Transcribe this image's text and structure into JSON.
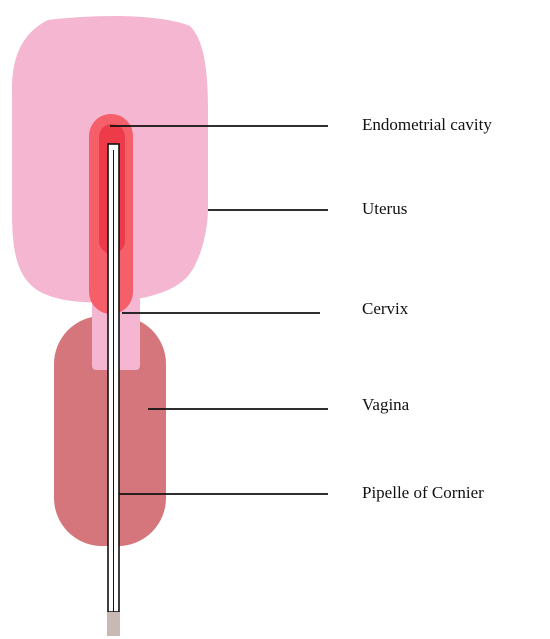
{
  "labels": {
    "endometrial_cavity": "Endometrial cavity",
    "uterus": "Uterus",
    "cervix": "Cervix",
    "vagina": "Vagina",
    "pipelle": "Pipelle of Cornier"
  },
  "colors": {
    "uterus": "#f4b6d0",
    "cavity": "#f45f6a",
    "cavity_core": "#ee3b4a",
    "cervix": "#f4b6d0",
    "vagina": "#d4767b",
    "pipelle_fill": "#ffffff",
    "pipelle_outline": "#111111",
    "pipelle_tip": "#c9b9b4",
    "leader_line": "#111111"
  }
}
